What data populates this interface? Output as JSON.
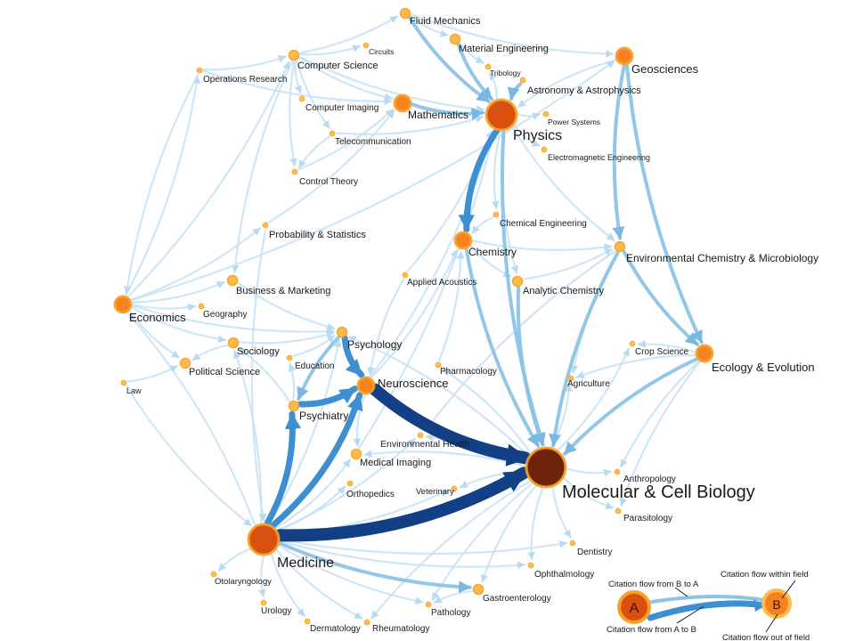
{
  "colors": {
    "edge_light": "#c6e2f4",
    "edge_mid": "#8cc4e6",
    "edge_strong": "#3d8fd1",
    "edge_dark": "#123f86",
    "node_ring": "#f7a128",
    "node_small": "#fbbc4c",
    "node_mid": "#f58220",
    "node_big": "#d8500e",
    "node_huge": "#6e2208"
  },
  "nodes": [
    {
      "id": "fluid",
      "label": "Fluid Mechanics",
      "size": "s"
    },
    {
      "id": "circuits",
      "label": "Circuits",
      "size": "xs"
    },
    {
      "id": "material",
      "label": "Material Engineering",
      "size": "s"
    },
    {
      "id": "compsci",
      "label": "Computer Science",
      "size": "s"
    },
    {
      "id": "geosci",
      "label": "Geosciences",
      "size": "m"
    },
    {
      "id": "tribology",
      "label": "Tribology",
      "size": "xs"
    },
    {
      "id": "opsres",
      "label": "Operations Research",
      "size": "xs"
    },
    {
      "id": "astro",
      "label": "Astronomy & Astrophysics",
      "size": "xs"
    },
    {
      "id": "compimg",
      "label": "Computer Imaging",
      "size": "xs"
    },
    {
      "id": "math",
      "label": "Mathematics",
      "size": "m"
    },
    {
      "id": "power",
      "label": "Power Systems",
      "size": "xs"
    },
    {
      "id": "physics",
      "label": "Physics",
      "size": "l"
    },
    {
      "id": "telecom",
      "label": "Telecommunication",
      "size": "xs"
    },
    {
      "id": "emeng",
      "label": "Electromagnetic Engineering",
      "size": "xs"
    },
    {
      "id": "control",
      "label": "Control Theory",
      "size": "xs"
    },
    {
      "id": "chemeng",
      "label": "Chemical Engineering",
      "size": "xs"
    },
    {
      "id": "probstat",
      "label": "Probability & Statistics",
      "size": "xs"
    },
    {
      "id": "chem",
      "label": "Chemistry",
      "size": "m"
    },
    {
      "id": "envchem",
      "label": "Environmental Chemistry & Microbiology",
      "size": "s"
    },
    {
      "id": "appacoust",
      "label": "Applied Acoustics",
      "size": "xs"
    },
    {
      "id": "bizmkt",
      "label": "Business & Marketing",
      "size": "s"
    },
    {
      "id": "analchem",
      "label": "Analytic Chemistry",
      "size": "s"
    },
    {
      "id": "econ",
      "label": "Economics",
      "size": "m"
    },
    {
      "id": "geography",
      "label": "Geography",
      "size": "xs"
    },
    {
      "id": "psychology",
      "label": "Psychology",
      "size": "s"
    },
    {
      "id": "cropsci",
      "label": "Crop Science",
      "size": "xs"
    },
    {
      "id": "sociology",
      "label": "Sociology",
      "size": "s"
    },
    {
      "id": "ecoevo",
      "label": "Ecology & Evolution",
      "size": "m"
    },
    {
      "id": "education",
      "label": "Education",
      "size": "xs"
    },
    {
      "id": "polsci",
      "label": "Political Science",
      "size": "s"
    },
    {
      "id": "pharma",
      "label": "Pharmacology",
      "size": "xs"
    },
    {
      "id": "neuro",
      "label": "Neuroscience",
      "size": "m"
    },
    {
      "id": "agri",
      "label": "Agriculture",
      "size": "xs"
    },
    {
      "id": "law",
      "label": "Law",
      "size": "xs"
    },
    {
      "id": "psychiatry",
      "label": "Psychiatry",
      "size": "s"
    },
    {
      "id": "envhealth",
      "label": "Environmental Health",
      "size": "xs"
    },
    {
      "id": "medimg",
      "label": "Medical Imaging",
      "size": "s"
    },
    {
      "id": "anthro",
      "label": "Anthropology",
      "size": "xs"
    },
    {
      "id": "mcb",
      "label": "Molecular & Cell Biology",
      "size": "xl"
    },
    {
      "id": "ortho",
      "label": "Orthopedics",
      "size": "xs"
    },
    {
      "id": "vet",
      "label": "Veterinary",
      "size": "xs"
    },
    {
      "id": "parasit",
      "label": "Parasitology",
      "size": "xs"
    },
    {
      "id": "dentistry",
      "label": "Dentistry",
      "size": "xs"
    },
    {
      "id": "medicine",
      "label": "Medicine",
      "size": "l"
    },
    {
      "id": "ophthal",
      "label": "Ophthalmology",
      "size": "xs"
    },
    {
      "id": "otolar",
      "label": "Otolaryngology",
      "size": "xs"
    },
    {
      "id": "gastro",
      "label": "Gastroenterology",
      "size": "s"
    },
    {
      "id": "urology",
      "label": "Urology",
      "size": "xs"
    },
    {
      "id": "patho",
      "label": "Pathology",
      "size": "xs"
    },
    {
      "id": "derm",
      "label": "Dermatology",
      "size": "xs"
    },
    {
      "id": "rheum",
      "label": "Rheumatology",
      "size": "xs"
    }
  ],
  "edges": [
    {
      "from": "medicine",
      "to": "mcb",
      "strength": "dark"
    },
    {
      "from": "neuro",
      "to": "mcb",
      "strength": "dark"
    },
    {
      "from": "medicine",
      "to": "neuro",
      "strength": "strong"
    },
    {
      "from": "medicine",
      "to": "psychiatry",
      "strength": "strong"
    },
    {
      "from": "psychiatry",
      "to": "neuro",
      "strength": "strong"
    },
    {
      "from": "psychology",
      "to": "neuro",
      "strength": "strong"
    },
    {
      "from": "psychology",
      "to": "psychiatry",
      "strength": "mid"
    },
    {
      "from": "physics",
      "to": "chem",
      "strength": "strong"
    },
    {
      "from": "chem",
      "to": "mcb",
      "strength": "mid"
    },
    {
      "from": "ecoevo",
      "to": "mcb",
      "strength": "mid"
    },
    {
      "from": "envchem",
      "to": "mcb",
      "strength": "mid"
    },
    {
      "from": "geosci",
      "to": "ecoevo",
      "strength": "mid"
    },
    {
      "from": "geosci",
      "to": "envchem",
      "strength": "mid"
    },
    {
      "from": "envchem",
      "to": "ecoevo",
      "strength": "mid"
    },
    {
      "from": "physics",
      "to": "mcb",
      "strength": "mid"
    },
    {
      "from": "analchem",
      "to": "mcb",
      "strength": "mid"
    },
    {
      "from": "fluid",
      "to": "physics",
      "strength": "mid"
    },
    {
      "from": "material",
      "to": "physics",
      "strength": "mid"
    },
    {
      "from": "math",
      "to": "physics",
      "strength": "mid"
    },
    {
      "from": "astro",
      "to": "physics",
      "strength": "mid"
    },
    {
      "from": "geosci",
      "to": "physics",
      "strength": "light"
    },
    {
      "from": "compsci",
      "to": "math",
      "strength": "light"
    },
    {
      "from": "compsci",
      "to": "fluid",
      "strength": "light"
    },
    {
      "from": "compsci",
      "to": "physics",
      "strength": "light"
    },
    {
      "from": "physics",
      "to": "analchem",
      "strength": "light"
    },
    {
      "from": "physics",
      "to": "envchem",
      "strength": "light"
    },
    {
      "from": "physics",
      "to": "chemeng",
      "strength": "light"
    },
    {
      "from": "physics",
      "to": "emeng",
      "strength": "light"
    },
    {
      "from": "chem",
      "to": "analchem",
      "strength": "light"
    },
    {
      "from": "chem",
      "to": "envchem",
      "strength": "light"
    },
    {
      "from": "medicine",
      "to": "gastro",
      "strength": "mid"
    },
    {
      "from": "mcb",
      "to": "gastro",
      "strength": "light"
    },
    {
      "from": "medicine",
      "to": "ophthal",
      "strength": "light"
    },
    {
      "from": "medicine",
      "to": "patho",
      "strength": "light"
    },
    {
      "from": "medicine",
      "to": "urology",
      "strength": "light"
    },
    {
      "from": "medicine",
      "to": "derm",
      "strength": "light"
    },
    {
      "from": "medicine",
      "to": "rheum",
      "strength": "light"
    },
    {
      "from": "medicine",
      "to": "otolar",
      "strength": "light"
    },
    {
      "from": "medicine",
      "to": "medimg",
      "strength": "light"
    },
    {
      "from": "medicine",
      "to": "ortho",
      "strength": "light"
    },
    {
      "from": "medicine",
      "to": "vet",
      "strength": "light"
    },
    {
      "from": "medicine",
      "to": "envhealth",
      "strength": "light"
    },
    {
      "from": "medicine",
      "to": "dentistry",
      "strength": "light"
    },
    {
      "from": "medicine",
      "to": "econ",
      "strength": "light"
    },
    {
      "from": "medicine",
      "to": "sociology",
      "strength": "light"
    },
    {
      "from": "medicine",
      "to": "psychology",
      "strength": "light"
    },
    {
      "from": "mcb",
      "to": "agri",
      "strength": "light"
    },
    {
      "from": "mcb",
      "to": "cropsci",
      "strength": "light"
    },
    {
      "from": "mcb",
      "to": "pharma",
      "strength": "light"
    },
    {
      "from": "mcb",
      "to": "anthro",
      "strength": "light"
    },
    {
      "from": "mcb",
      "to": "parasit",
      "strength": "light"
    },
    {
      "from": "mcb",
      "to": "dentistry",
      "strength": "light"
    },
    {
      "from": "mcb",
      "to": "ophthal",
      "strength": "light"
    },
    {
      "from": "mcb",
      "to": "vet",
      "strength": "light"
    },
    {
      "from": "mcb",
      "to": "envhealth",
      "strength": "light"
    },
    {
      "from": "mcb",
      "to": "medimg",
      "strength": "light"
    },
    {
      "from": "mcb",
      "to": "psychology",
      "strength": "light"
    },
    {
      "from": "mcb",
      "to": "patho",
      "strength": "light"
    },
    {
      "from": "mcb",
      "to": "rheum",
      "strength": "light"
    },
    {
      "from": "neuro",
      "to": "medimg",
      "strength": "light"
    },
    {
      "from": "neuro",
      "to": "physics",
      "strength": "light"
    },
    {
      "from": "neuro",
      "to": "chem",
      "strength": "light"
    },
    {
      "from": "econ",
      "to": "bizmkt",
      "strength": "light"
    },
    {
      "from": "econ",
      "to": "polsci",
      "strength": "light"
    },
    {
      "from": "econ",
      "to": "sociology",
      "strength": "light"
    },
    {
      "from": "econ",
      "to": "geography",
      "strength": "light"
    },
    {
      "from": "econ",
      "to": "probstat",
      "strength": "light"
    },
    {
      "from": "econ",
      "to": "opsres",
      "strength": "light"
    },
    {
      "from": "econ",
      "to": "compsci",
      "strength": "light"
    },
    {
      "from": "econ",
      "to": "psychology",
      "strength": "light"
    },
    {
      "from": "bizmkt",
      "to": "psychology",
      "strength": "light"
    },
    {
      "from": "sociology",
      "to": "psychology",
      "strength": "light"
    },
    {
      "from": "sociology",
      "to": "polsci",
      "strength": "light"
    },
    {
      "from": "education",
      "to": "psychology",
      "strength": "light"
    },
    {
      "from": "law",
      "to": "polsci",
      "strength": "light"
    },
    {
      "from": "law",
      "to": "medicine",
      "strength": "light"
    },
    {
      "from": "probstat",
      "to": "math",
      "strength": "light"
    },
    {
      "from": "probstat",
      "to": "medicine",
      "strength": "light"
    },
    {
      "from": "opsres",
      "to": "compsci",
      "strength": "light"
    },
    {
      "from": "opsres",
      "to": "math",
      "strength": "light"
    },
    {
      "from": "opsres",
      "to": "econ",
      "strength": "light"
    },
    {
      "from": "compsci",
      "to": "telecom",
      "strength": "light"
    },
    {
      "from": "compsci",
      "to": "compimg",
      "strength": "light"
    },
    {
      "from": "compsci",
      "to": "control",
      "strength": "light"
    },
    {
      "from": "compsci",
      "to": "circuits",
      "strength": "light"
    },
    {
      "from": "telecom",
      "to": "control",
      "strength": "light"
    },
    {
      "from": "telecom",
      "to": "physics",
      "strength": "light"
    },
    {
      "from": "control",
      "to": "math",
      "strength": "light"
    },
    {
      "from": "compsci",
      "to": "bizmkt",
      "strength": "light"
    },
    {
      "from": "econ",
      "to": "geosci",
      "strength": "light"
    },
    {
      "from": "ecoevo",
      "to": "agri",
      "strength": "light"
    },
    {
      "from": "ecoevo",
      "to": "cropsci",
      "strength": "light"
    },
    {
      "from": "ecoevo",
      "to": "parasit",
      "strength": "light"
    },
    {
      "from": "ecoevo",
      "to": "anthro",
      "strength": "light"
    },
    {
      "from": "envchem",
      "to": "agri",
      "strength": "light"
    },
    {
      "from": "envchem",
      "to": "envhealth",
      "strength": "light"
    },
    {
      "from": "appacoust",
      "to": "neuro",
      "strength": "light"
    },
    {
      "from": "appacoust",
      "to": "physics",
      "strength": "light"
    },
    {
      "from": "fluid",
      "to": "material",
      "strength": "light"
    },
    {
      "from": "fluid",
      "to": "geosci",
      "strength": "light"
    },
    {
      "from": "material",
      "to": "tribology",
      "strength": "light"
    },
    {
      "from": "physics",
      "to": "power",
      "strength": "light"
    },
    {
      "from": "physics",
      "to": "tribology",
      "strength": "light"
    },
    {
      "from": "chemeng",
      "to": "chem",
      "strength": "light"
    },
    {
      "from": "medimg",
      "to": "physics",
      "strength": "light"
    },
    {
      "from": "psychiatry",
      "to": "sociology",
      "strength": "light"
    },
    {
      "from": "psychiatry",
      "to": "education",
      "strength": "light"
    },
    {
      "from": "pharma",
      "to": "chem",
      "strength": "light"
    },
    {
      "from": "analchem",
      "to": "envchem",
      "strength": "light"
    },
    {
      "from": "gastro",
      "to": "patho",
      "strength": "light"
    }
  ],
  "legend": {
    "node_a": "A",
    "node_b": "B",
    "flow_b_to_a": "Citation flow from B to A",
    "flow_a_to_b": "Citation flow from A to B",
    "flow_within": "Citation flow within field",
    "flow_out": "Citation flow out of field"
  }
}
